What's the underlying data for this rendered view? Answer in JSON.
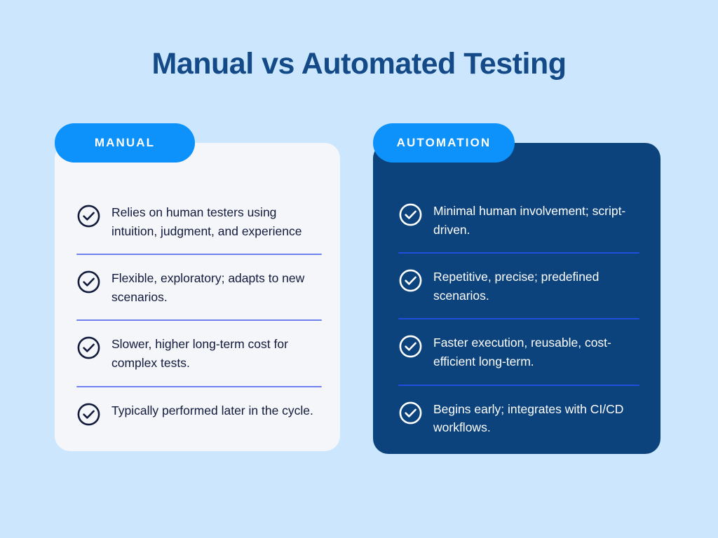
{
  "title": "Manual vs Automated Testing",
  "theme": {
    "background": "#cbe6fd",
    "title_color": "#134a87",
    "badge_color": "#0d91fa",
    "manual_card_bg": "#f4f6fa",
    "automation_card_bg": "#0c437c",
    "manual_divider": "#6f80ef",
    "automation_divider": "#1f4fdc",
    "manual_text": "#131b3c",
    "automation_text": "#ffffff"
  },
  "columns": [
    {
      "badge": "MANUAL",
      "items": [
        {
          "icon": "check-circle-icon",
          "text": "Relies on human testers using intuition, judgment, and experience"
        },
        {
          "icon": "check-circle-icon",
          "text": "Flexible, exploratory; adapts to new scenarios."
        },
        {
          "icon": "check-circle-icon",
          "text": "Slower, higher long-term cost for complex tests."
        },
        {
          "icon": "check-circle-icon",
          "text": "Typically performed later in the cycle."
        }
      ]
    },
    {
      "badge": "AUTOMATION",
      "items": [
        {
          "icon": "check-circle-icon",
          "text": "Minimal human involvement; script-driven."
        },
        {
          "icon": "check-circle-icon",
          "text": "Repetitive, precise; predefined scenarios."
        },
        {
          "icon": "check-circle-icon",
          "text": "Faster execution, reusable, cost-efficient long-term."
        },
        {
          "icon": "check-circle-icon",
          "text": "Begins early; integrates with CI/CD workflows."
        }
      ]
    }
  ]
}
